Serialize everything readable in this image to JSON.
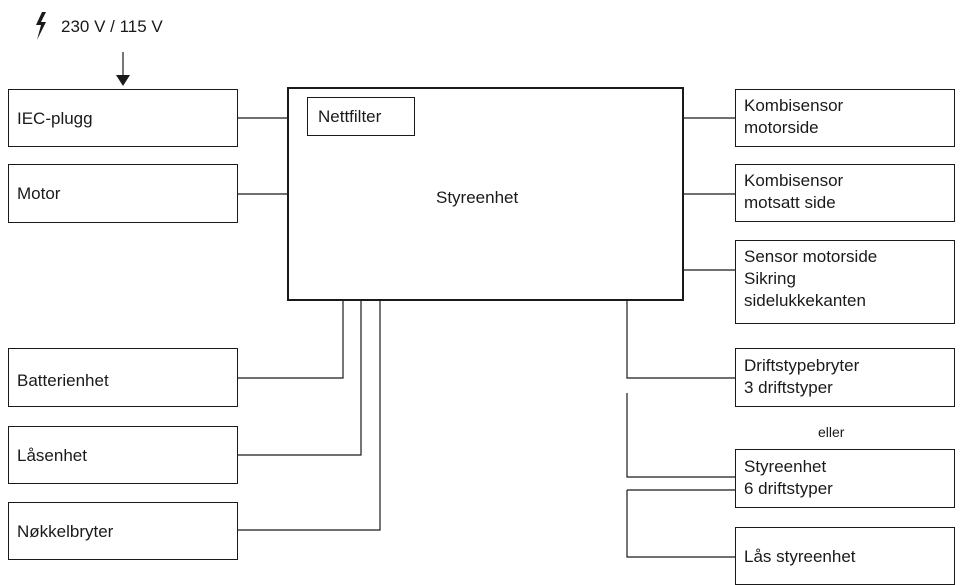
{
  "power": {
    "label": "230 V / 115 V",
    "icon": "lightning-icon"
  },
  "central": {
    "label": "Styreenhet",
    "filter": "Nettfilter"
  },
  "left_boxes": {
    "iec": "IEC-plugg",
    "motor": "Motor",
    "battery": "Batterienhet",
    "lock": "Låsenhet",
    "key": "Nøkkelbryter"
  },
  "right_boxes": {
    "combi_motor": "Kombisensor\nmotorside",
    "combi_opposite": "Kombisensor\nmotsatt side",
    "sensor_motor": "Sensor motorside\nSikring\nsidelukkekanten",
    "mode_switch": "Driftstypebryter\n3 driftstyper",
    "or_label": "eller",
    "control_unit": "Styreenhet\n6 driftstyper",
    "lock_control": "Lås styreenhet"
  },
  "colors": {
    "line": "#1a1a1a",
    "background": "#ffffff"
  }
}
